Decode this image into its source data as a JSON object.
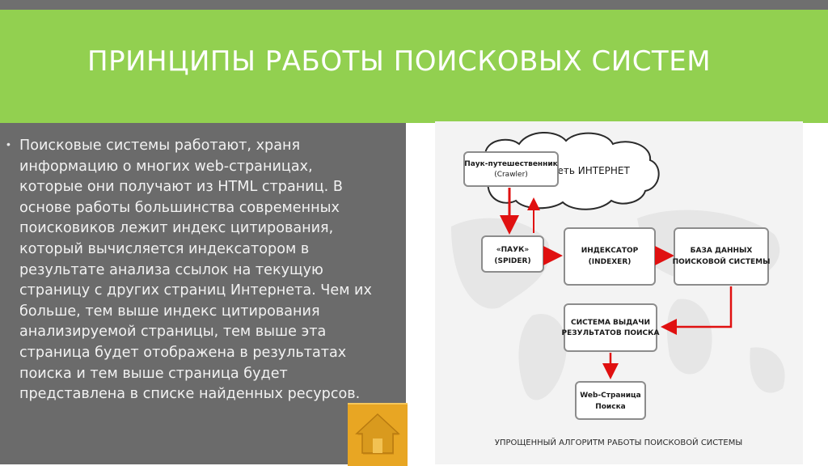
{
  "slide": {
    "title": "ПРИНЦИПЫ РАБОТЫ ПОИСКОВЫХ СИСТЕМ",
    "bullet_lines": [
      "Поисковые системы работают, храня",
      "информацию о многих web-страницах,",
      "которые они получают из HTML страниц. В",
      "основе работы большинства современных",
      "поисковиков лежит индекс цитирования,",
      "который вычисляется индексатором в",
      "результате анализа ссылок на текущую",
      "страницу с других страниц Интернета. Чем их",
      "больше, тем выше индекс цитирования",
      "анализируемой страницы, тем выше эта",
      "страница будет отображена в результатах",
      "поиска и тем выше страница будет",
      "представлена в списке найденных ресурсов."
    ],
    "home_icon": "home-icon",
    "colors": {
      "title_band": "#92d050",
      "text_panel": "#6b6b6b",
      "home_button": "#e8a623",
      "arrow": "#e01010"
    }
  },
  "diagram": {
    "crawler": [
      "Паук-путешественник",
      "(Crawler)"
    ],
    "cloud": "Сеть ИНТЕРНЕТ",
    "spider": [
      "«ПАУК»",
      "(SPIDER)"
    ],
    "indexer": [
      "ИНДЕКСАТОР",
      "(INDEXER)"
    ],
    "database": [
      "БАЗА ДАННЫХ",
      "ПОИСКОВОЙ СИСТЕМЫ"
    ],
    "results": [
      "СИСТЕМА ВЫДАЧИ",
      "РЕЗУЛЬТАТОВ ПОИСКА"
    ],
    "webpage": [
      "Web-Страница",
      "Поиска"
    ],
    "caption": "УПРОЩЕННЫЙ АЛГОРИТМ РАБОТЫ ПОИСКОВОЙ СИСТЕМЫ"
  }
}
